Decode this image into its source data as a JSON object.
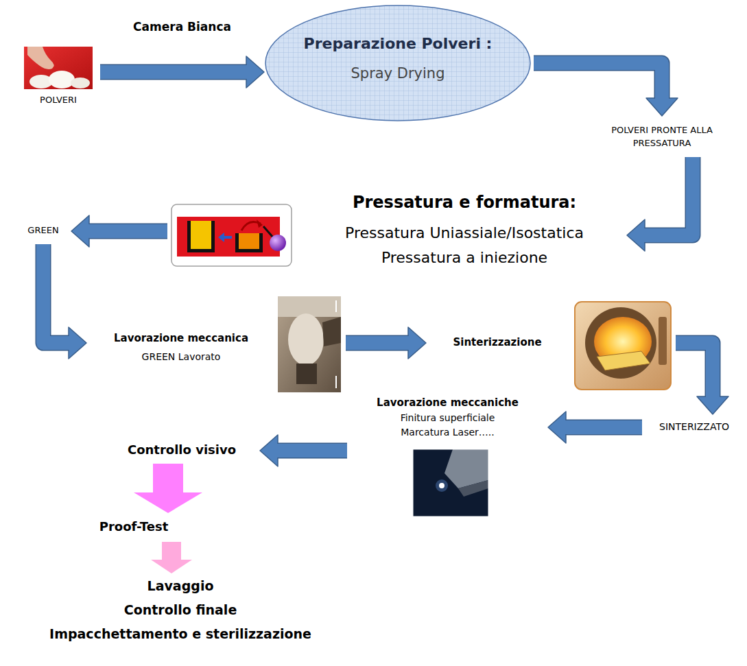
{
  "diagram": {
    "nodes": [
      {
        "text": [
          "POLVERI"
        ]
      },
      {
        "text": [
          "Preparazione Polveri :",
          "Spray Drying"
        ]
      },
      {
        "text": [
          "POLVERI PRONTE ALLA PRESSATURA"
        ]
      },
      {
        "text": [
          "Pressatura e formatura:",
          "Pressatura Uniassiale/Isostatica",
          "Pressatura a iniezione"
        ]
      },
      {
        "text": [
          "GREEN"
        ]
      },
      {
        "text": [
          "Lavorazione meccanica",
          "GREEN Lavorato"
        ]
      },
      {
        "text": [
          "Sinterizzazione"
        ]
      },
      {
        "text": [
          "SINTERIZZATO"
        ]
      },
      {
        "text": [
          "Lavorazione meccaniche",
          "Finitura superficiale",
          "Marcatura Laser….."
        ]
      },
      {
        "text": [
          "Controllo visivo"
        ]
      },
      {
        "text": [
          "Proof-Test"
        ]
      },
      {
        "text": [
          "Lavaggio",
          "Controllo finale",
          "Impacchettamento e sterilizzazione"
        ]
      }
    ],
    "edges": [
      {
        "from": 0,
        "to": 1,
        "arrow": "to",
        "label": "Camera Bianca"
      },
      {
        "from": 1,
        "to": 2,
        "arrow": "to"
      },
      {
        "from": 2,
        "to": 3,
        "arrow": "to"
      },
      {
        "from": 3,
        "to": 4,
        "arrow": "to"
      },
      {
        "from": 4,
        "to": 5,
        "arrow": "to"
      },
      {
        "from": 5,
        "to": 6,
        "arrow": "to"
      },
      {
        "from": 6,
        "to": 7,
        "arrow": "to"
      },
      {
        "from": 7,
        "to": 8,
        "arrow": "to"
      },
      {
        "from": 8,
        "to": 9,
        "arrow": "to"
      },
      {
        "from": 9,
        "to": 10,
        "arrow": "to"
      },
      {
        "from": 10,
        "to": 11,
        "arrow": "to"
      }
    ]
  }
}
